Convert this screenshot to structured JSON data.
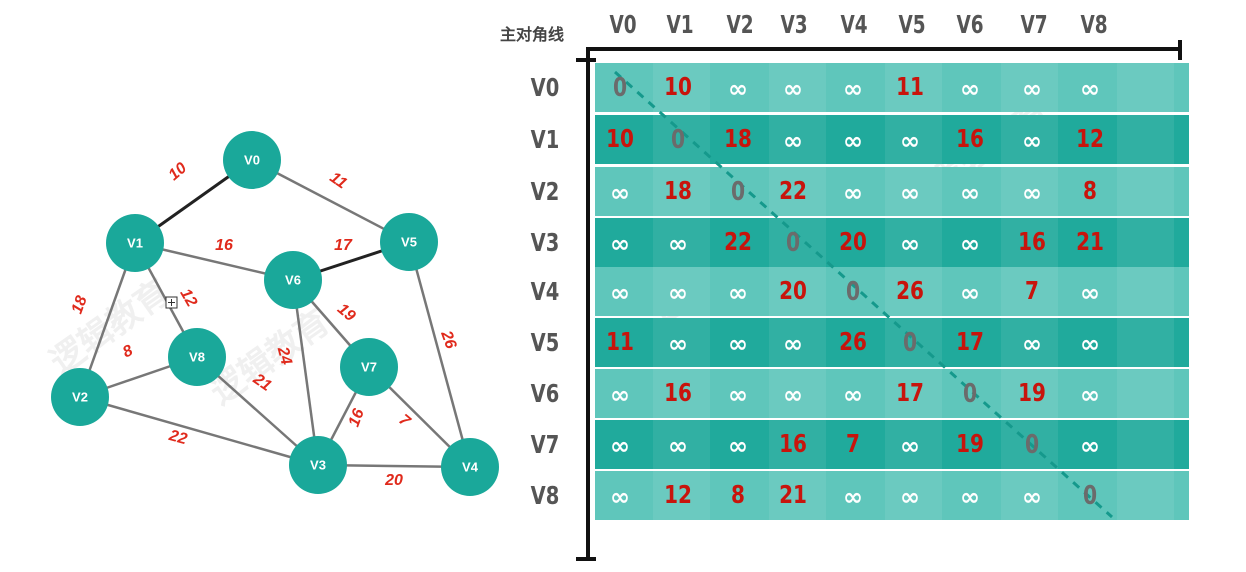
{
  "graph": {
    "nodes": [
      "V0",
      "V1",
      "V2",
      "V3",
      "V4",
      "V5",
      "V6",
      "V7",
      "V8"
    ],
    "edges": [
      {
        "from": "V0",
        "to": "V1",
        "weight": "10"
      },
      {
        "from": "V0",
        "to": "V5",
        "weight": "11"
      },
      {
        "from": "V1",
        "to": "V6",
        "weight": "16"
      },
      {
        "from": "V5",
        "to": "V6",
        "weight": "17"
      },
      {
        "from": "V1",
        "to": "V2",
        "weight": "18"
      },
      {
        "from": "V1",
        "to": "V8",
        "weight": "12"
      },
      {
        "from": "V6",
        "to": "V7",
        "weight": "19"
      },
      {
        "from": "V5",
        "to": "V4",
        "weight": "26"
      },
      {
        "from": "V2",
        "to": "V8",
        "weight": "8"
      },
      {
        "from": "V6",
        "to": "V3",
        "weight": "24"
      },
      {
        "from": "V8",
        "to": "V3",
        "weight": "21"
      },
      {
        "from": "V7",
        "to": "V3",
        "weight": "16"
      },
      {
        "from": "V7",
        "to": "V4",
        "weight": "7"
      },
      {
        "from": "V2",
        "to": "V3",
        "weight": "22"
      },
      {
        "from": "V3",
        "to": "V4",
        "weight": "20"
      }
    ]
  },
  "matrix": {
    "caption": "主对角线",
    "column_headers": [
      "V0",
      "V1",
      "V2",
      "V3",
      "V4",
      "V5",
      "V6",
      "V7",
      "V8"
    ],
    "row_headers": [
      "V0",
      "V1",
      "V2",
      "V3",
      "V4",
      "V5",
      "V6",
      "V7",
      "V8"
    ],
    "rows": [
      [
        "0",
        "10",
        "∞",
        "∞",
        "∞",
        "11",
        "∞",
        "∞",
        "∞"
      ],
      [
        "10",
        "0",
        "18",
        "∞",
        "∞",
        "∞",
        "16",
        "∞",
        "12"
      ],
      [
        "∞",
        "18",
        "0",
        "22",
        "∞",
        "∞",
        "∞",
        "∞",
        "8"
      ],
      [
        "∞",
        "∞",
        "22",
        "0",
        "20",
        "∞",
        "∞",
        "16",
        "21"
      ],
      [
        "∞",
        "∞",
        "∞",
        "20",
        "0",
        "26",
        "∞",
        "7",
        "∞"
      ],
      [
        "11",
        "∞",
        "∞",
        "∞",
        "26",
        "0",
        "17",
        "∞",
        "∞"
      ],
      [
        "∞",
        "16",
        "∞",
        "∞",
        "∞",
        "17",
        "0",
        "19",
        "∞"
      ],
      [
        "∞",
        "∞",
        "∞",
        "16",
        "7",
        "∞",
        "19",
        "0",
        "∞"
      ],
      [
        "∞",
        "12",
        "8",
        "21",
        "∞",
        "∞",
        "∞",
        "∞",
        "0"
      ]
    ]
  },
  "colors": {
    "node": "#1aa89a",
    "weight_text": "#e02a1c",
    "row_light": "#5fc6bb",
    "row_dark": "#20aa9c",
    "zero_text": "#6b6b6b",
    "diagonal": "#15998c"
  }
}
